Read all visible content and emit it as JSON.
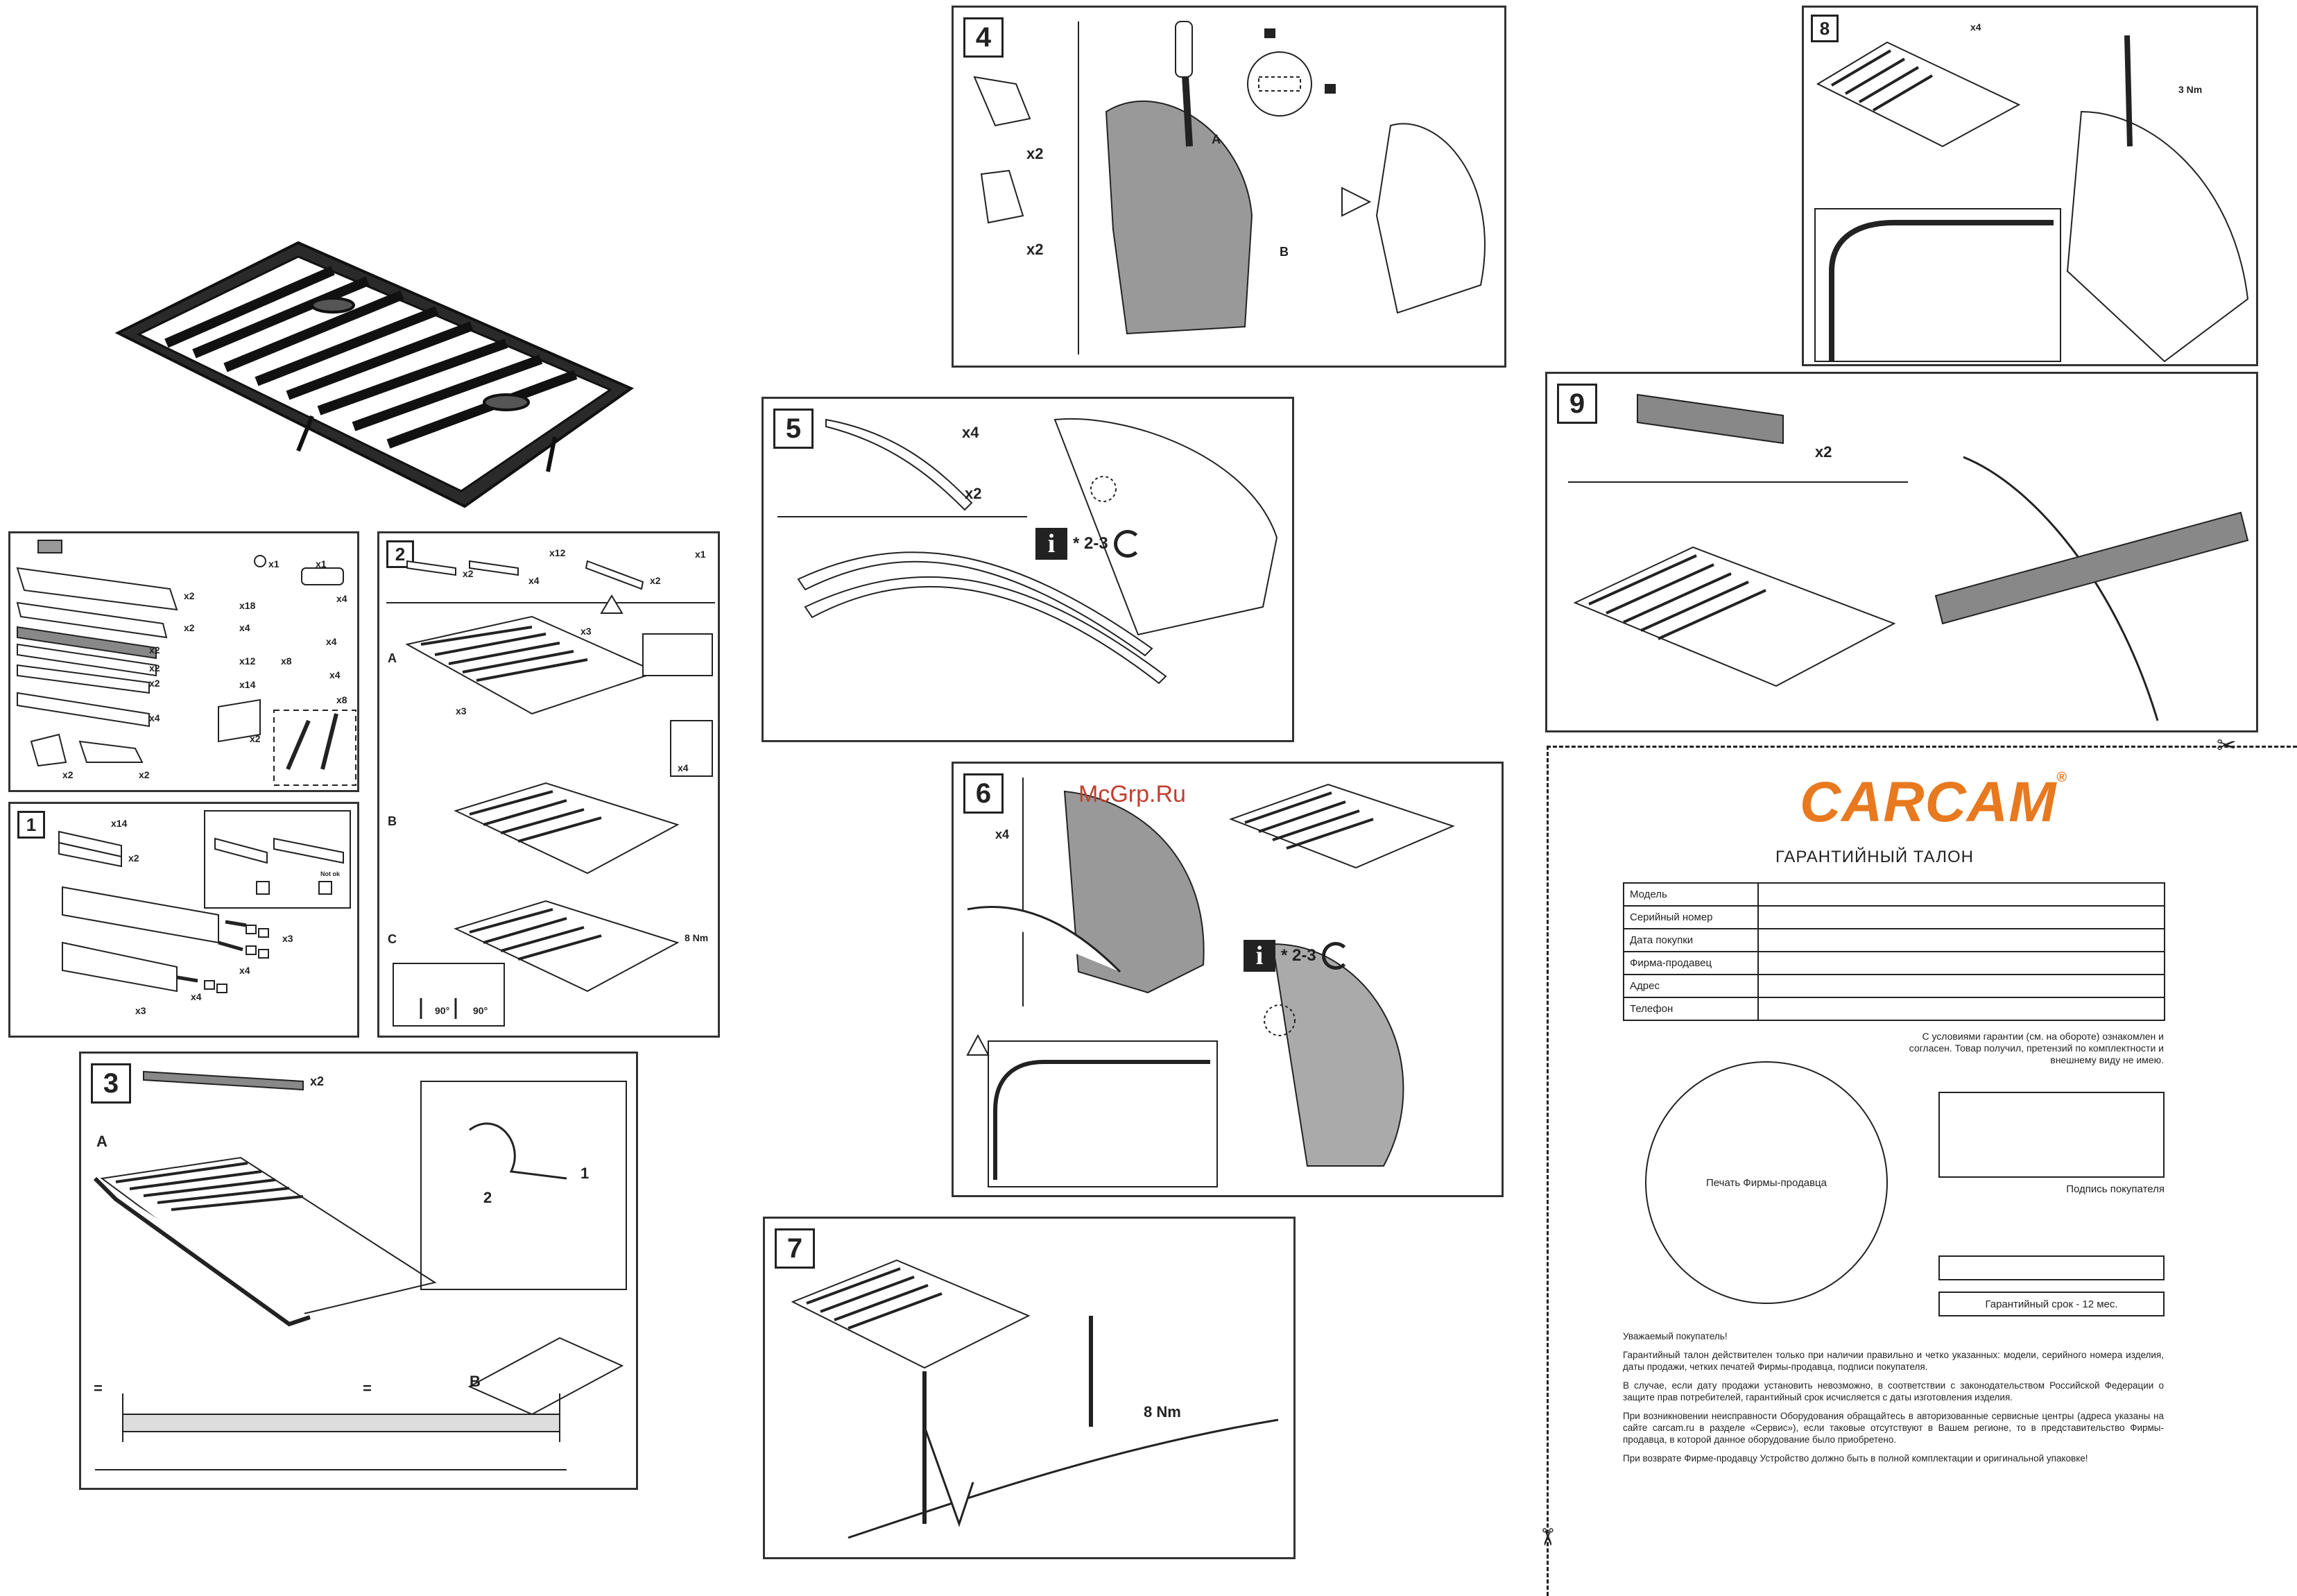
{
  "watermark": "McGrp.Ru",
  "steps": {
    "s1": {
      "num": "1",
      "x14": "x14",
      "x2": "x2",
      "x3a": "x3",
      "x4a": "x4",
      "x4b": "x4",
      "x3b": "x3",
      "notok": "Not ok"
    },
    "s2": {
      "num": "2",
      "x12": "x12",
      "x1": "x1",
      "x2a": "x2",
      "x4": "x4",
      "x2b": "x2",
      "a": "A",
      "b": "B",
      "c": "C",
      "x3a": "x3",
      "x3b": "x3",
      "x4b": "x4",
      "nm": "8 Nm",
      "deg1": "90°",
      "deg2": "90°"
    },
    "s3": {
      "num": "3",
      "x2": "x2",
      "a": "A",
      "b": "B",
      "n1": "1",
      "n2": "2",
      "eq1": "=",
      "eq2": "="
    },
    "s4": {
      "num": "4",
      "x2a": "x2",
      "x2b": "x2",
      "a": "A",
      "b": "B"
    },
    "s5": {
      "num": "5",
      "x4": "x4",
      "x2": "x2",
      "info": "* 2-3"
    },
    "s6": {
      "num": "6",
      "x4": "x4",
      "info": "* 2-3"
    },
    "s7": {
      "num": "7",
      "nm": "8 Nm"
    },
    "s8": {
      "num": "8",
      "x4": "x4",
      "nm": "3 Nm"
    },
    "s9": {
      "num": "9",
      "x2": "x2"
    },
    "parts": {
      "x1a": "x1",
      "x1b": "x1",
      "x2a": "x2",
      "x2b": "x2",
      "x2c": "x2",
      "x2d": "x2",
      "x2e": "x2",
      "x18": "x18",
      "x4a": "x4",
      "x4b": "x4",
      "x4c": "x4",
      "x12": "x12",
      "x8a": "x8",
      "x8b": "x8",
      "x14": "x14",
      "x4d": "x4",
      "x2f": "x2",
      "x2g": "x2",
      "x2h": "x2",
      "x4e": "x4"
    }
  },
  "warranty": {
    "logo": "CARCAM",
    "logo_reg": "®",
    "title": "ГАРАНТИЙНЫЙ ТАЛОН",
    "fields": [
      "Модель",
      "Серийный номер",
      "Дата покупки",
      "Фирма-продавец",
      "Адрес",
      "Телефон"
    ],
    "seal": "Печать Фирмы-продавца",
    "consent": "С условиями гарантии (см. на обороте) ознакомлен и согласен. Товар получил, претензий по комплектности и внешнему виду не имею.",
    "signature": "Подпись покупателя",
    "term": "Гарантийный срок - 12 мес.",
    "greeting": "Уважаемый покупатель!",
    "p1": "Гарантийный талон действителен только при наличии правильно и четко указанных: модели, серийного номера изделия, даты продажи, четких печатей Фирмы-продавца, подписи покупателя.",
    "p2": "В случае, если дату продажи установить невозможно, в соответствии с законодательством Российской Федерации о защите прав потребителей, гарантийный срок исчисляется с даты изготовления изделия.",
    "p3": "При возникновении неисправности Оборудования обращайтесь в авторизованные сервисные центры (адреса указаны на сайте carcam.ru в разделе «Сервис»), если таковые отсутствуют в Вашем регионе, то в представительство Фирмы-продавца, в которой данное оборудование было приобретено.",
    "p4": "При возврате Фирме-продавцу Устройство должно быть в полной комплектации и оригинальной упаковке!"
  },
  "colors": {
    "logo": "#e8791f",
    "watermark": "#c04030",
    "ink": "#222222"
  },
  "icons": [
    "scissors-icon",
    "screwdriver-icon",
    "lock-icon",
    "unlock-icon",
    "warning-icon",
    "info-icon",
    "rotate-icon",
    "screw-icon",
    "arrow-icon"
  ]
}
